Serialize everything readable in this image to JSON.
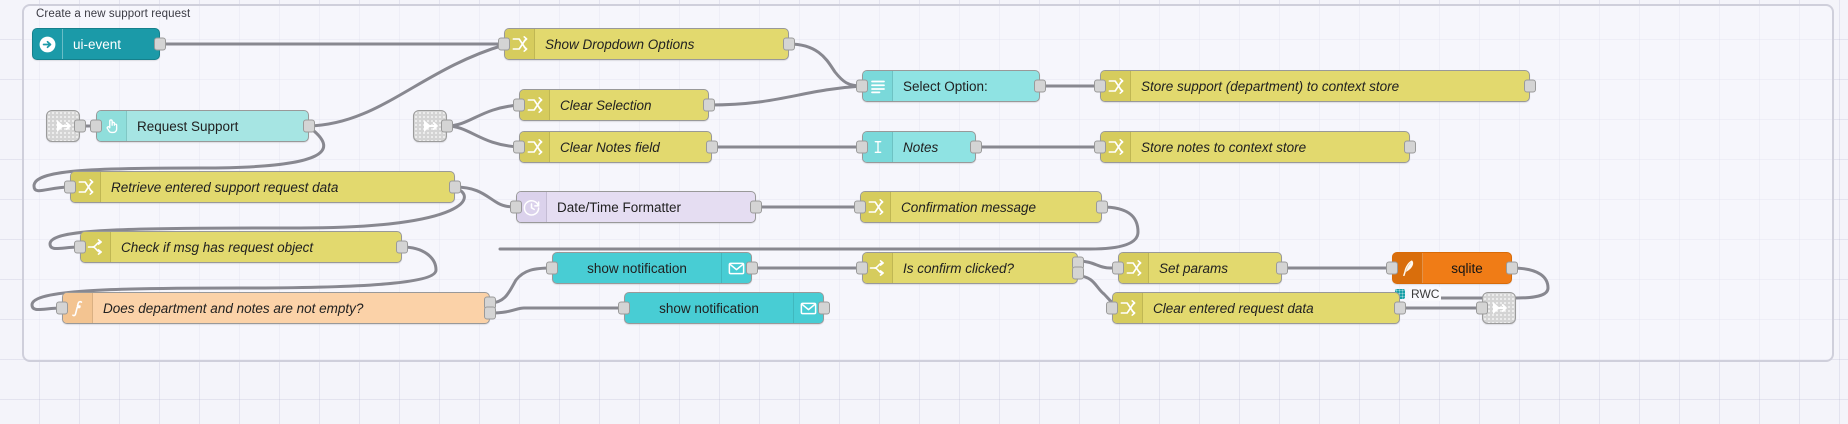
{
  "editor": {
    "app": "node-red-flow-editor",
    "canvas_background": "#f4f4fa",
    "grid_color": "#aaaac8",
    "wire_color": "#888890"
  },
  "group": {
    "title": "Create a new support request",
    "border_color": "#cfcfdb"
  },
  "palette": {
    "change_node": "#e2d96e",
    "switch_node": "#e2d96e",
    "function_node": "#fbd2a8",
    "ui_event_node": "#1b9aa8",
    "ui_button_node": "#a6e5e3",
    "ui_dropdown_node": "#8fe3e3",
    "ui_text_input_node": "#8fe3e3",
    "ui_notification_node": "#48cdd4",
    "date_time_node": "#e5ddf2",
    "sqlite_node": "#f07c16",
    "link_node": "#d4d4d4"
  },
  "nodes": [
    {
      "id": "ui-event",
      "label": "ui-event",
      "type": "ui-event",
      "icon": "arrow-right-circle-icon"
    },
    {
      "id": "show-dropdown",
      "label": "Show Dropdown Options",
      "type": "change",
      "icon": "change-node-icon"
    },
    {
      "id": "select-option",
      "label": "Select Option:",
      "type": "ui-dropdown",
      "icon": "list-lines-icon"
    },
    {
      "id": "store-support",
      "label": "Store support (department) to context store",
      "type": "change",
      "icon": "change-node-icon"
    },
    {
      "id": "request-support",
      "label": "Request Support",
      "type": "ui-button",
      "icon": "pointer-hand-icon"
    },
    {
      "id": "clear-selection",
      "label": "Clear Selection",
      "type": "change",
      "icon": "change-node-icon"
    },
    {
      "id": "clear-notes",
      "label": "Clear Notes field",
      "type": "change",
      "icon": "change-node-icon"
    },
    {
      "id": "notes",
      "label": "Notes",
      "type": "ui-text-input",
      "icon": "text-cursor-icon"
    },
    {
      "id": "store-notes",
      "label": "Store notes to context store",
      "type": "change",
      "icon": "change-node-icon"
    },
    {
      "id": "retrieve-data",
      "label": "Retrieve entered support request data",
      "type": "change",
      "icon": "change-node-icon"
    },
    {
      "id": "datetime",
      "label": "Date/Time Formatter",
      "type": "date-time",
      "icon": "clock-icon"
    },
    {
      "id": "confirmation-msg",
      "label": "Confirmation message",
      "type": "change",
      "icon": "change-node-icon"
    },
    {
      "id": "check-msg",
      "label": "Check if msg has request object",
      "type": "switch",
      "icon": "switch-node-icon"
    },
    {
      "id": "show-notification-1",
      "label": "show notification",
      "type": "ui-notification",
      "icon": "envelope-icon"
    },
    {
      "id": "is-confirm",
      "label": "Is confirm clicked?",
      "type": "switch",
      "icon": "switch-node-icon"
    },
    {
      "id": "set-params",
      "label": "Set params",
      "type": "change",
      "icon": "change-node-icon"
    },
    {
      "id": "sqlite",
      "label": "sqlite",
      "type": "sqlite",
      "icon": "feather-icon"
    },
    {
      "id": "dept-notes-empty",
      "label": "Does department and notes are not empty?",
      "type": "function",
      "icon": "function-f-icon"
    },
    {
      "id": "show-notification-2",
      "label": "show notification",
      "type": "ui-notification",
      "icon": "envelope-icon"
    },
    {
      "id": "clear-request-data",
      "label": "Clear entered request data",
      "type": "change",
      "icon": "change-node-icon"
    },
    {
      "id": "link-in-1",
      "label": "",
      "type": "link-in",
      "icon": "link-in-icon"
    },
    {
      "id": "link-in-2",
      "label": "",
      "type": "link-in",
      "icon": "link-in-icon"
    },
    {
      "id": "link-out-1",
      "label": "",
      "type": "link-out",
      "icon": "link-out-icon"
    }
  ],
  "status": {
    "sqlite_status_text": "RWC",
    "sqlite_status_color": "#19a0a8"
  }
}
